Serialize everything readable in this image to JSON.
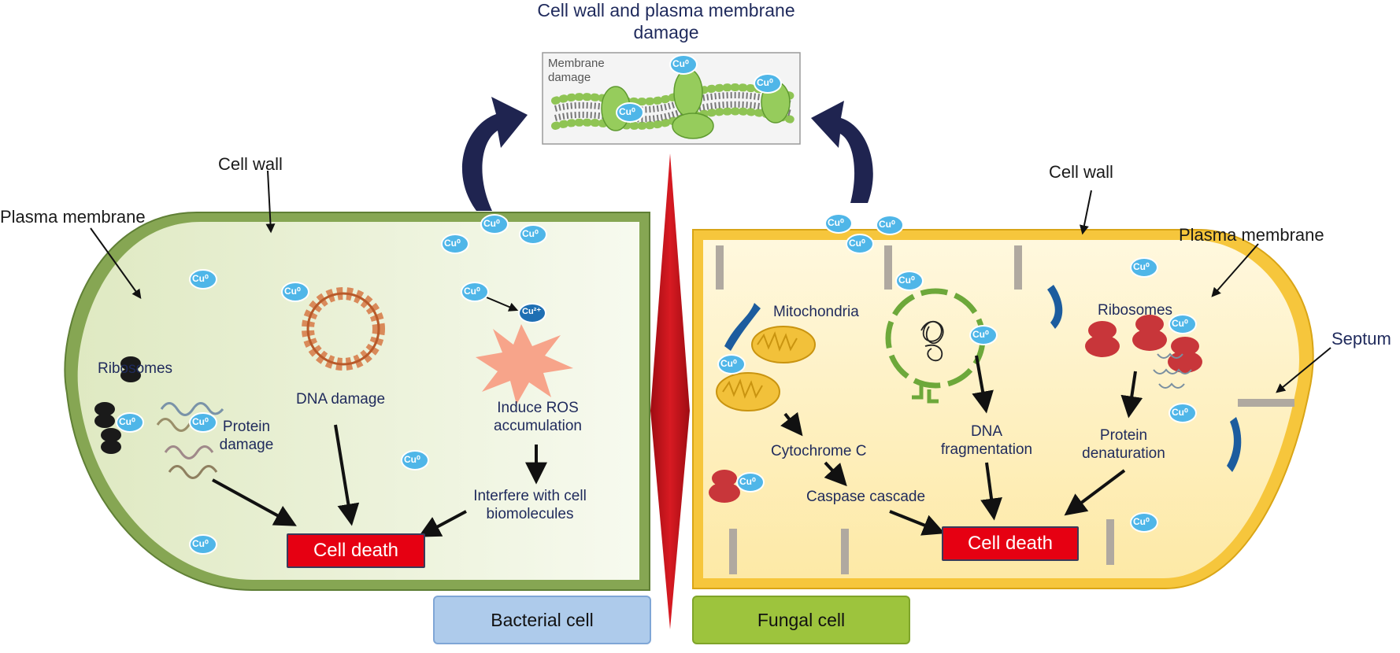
{
  "title": "Cell wall and plasma membrane damage",
  "inset": {
    "label": "Membrane damage",
    "ion": "Cu⁰"
  },
  "ions": {
    "cu0": "Cu⁰",
    "cu2": "Cu²⁺"
  },
  "bacterial": {
    "panel_label": "Bacterial cell",
    "cell_wall": "Cell wall",
    "plasma_membrane": "Plasma membrane",
    "ribosomes": "Ribosomes",
    "protein_damage": "Protein damage",
    "dna_damage": "DNA damage",
    "induce_ros": "Induce ROS accumulation",
    "interfere": "Interfere with cell biomolecules",
    "cell_death": "Cell death",
    "colors": {
      "wall": "#7ea04a",
      "fill": "#eef3dc",
      "label_bg": "#aecbeb"
    }
  },
  "fungal": {
    "panel_label": "Fungal cell",
    "cell_wall": "Cell wall",
    "plasma_membrane": "Plasma membrane",
    "septum": "Septum",
    "mitochondria": "Mitochondria",
    "ribosomes": "Ribosomes",
    "cytochrome_c": "Cytochrome C",
    "caspase_cascade": "Caspase cascade",
    "dna_fragmentation": "DNA fragmentation",
    "protein_denaturation": "Protein denaturation",
    "cell_death": "Cell death",
    "colors": {
      "wall": "#f5c842",
      "fill": "#fdf3cc",
      "label_bg": "#9dc43d"
    }
  }
}
